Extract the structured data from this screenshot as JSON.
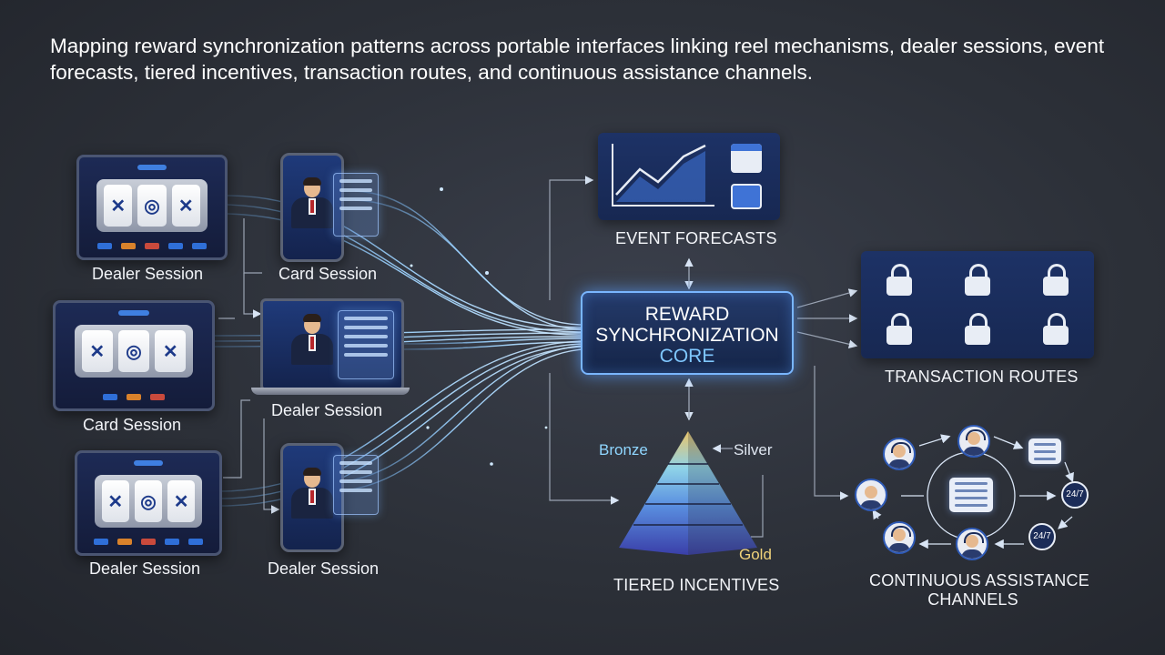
{
  "title": "Mapping reward synchronization patterns across portable interfaces linking reel mechanisms, dealer sessions, event forecasts, tiered incentives, transaction routes, and continuous assistance channels.",
  "devices": {
    "tablet1_label": "Dealer Session",
    "phone1_label": "Card Session",
    "tablet2_label": "Card Session",
    "laptop_label": "Dealer Session",
    "tablet3_label": "Dealer Session",
    "phone2_label": "Dealer Session"
  },
  "core": {
    "line1": "REWARD",
    "line2": "SYNCHRONIZATION",
    "line3": "CORE"
  },
  "event_forecasts": {
    "label": "EVENT FORECASTS"
  },
  "transaction_routes": {
    "label": "TRANSACTION ROUTES"
  },
  "tiered_incentives": {
    "label": "TIERED INCENTIVES",
    "tier_bronze": "Bronze",
    "tier_silver": "Silver",
    "tier_gold": "Gold"
  },
  "assistance": {
    "label_line1": "CONTINUOUS ASSISTANCE",
    "label_line2": "CHANNELS",
    "badge_text": "24/7"
  },
  "colors": {
    "background": "#2c3038",
    "accent_blue": "#79b6ff",
    "panel_navy": "#1d3266",
    "bronze": "#8fd6ff",
    "silver": "#dfe6f0",
    "gold": "#f0d27a"
  }
}
